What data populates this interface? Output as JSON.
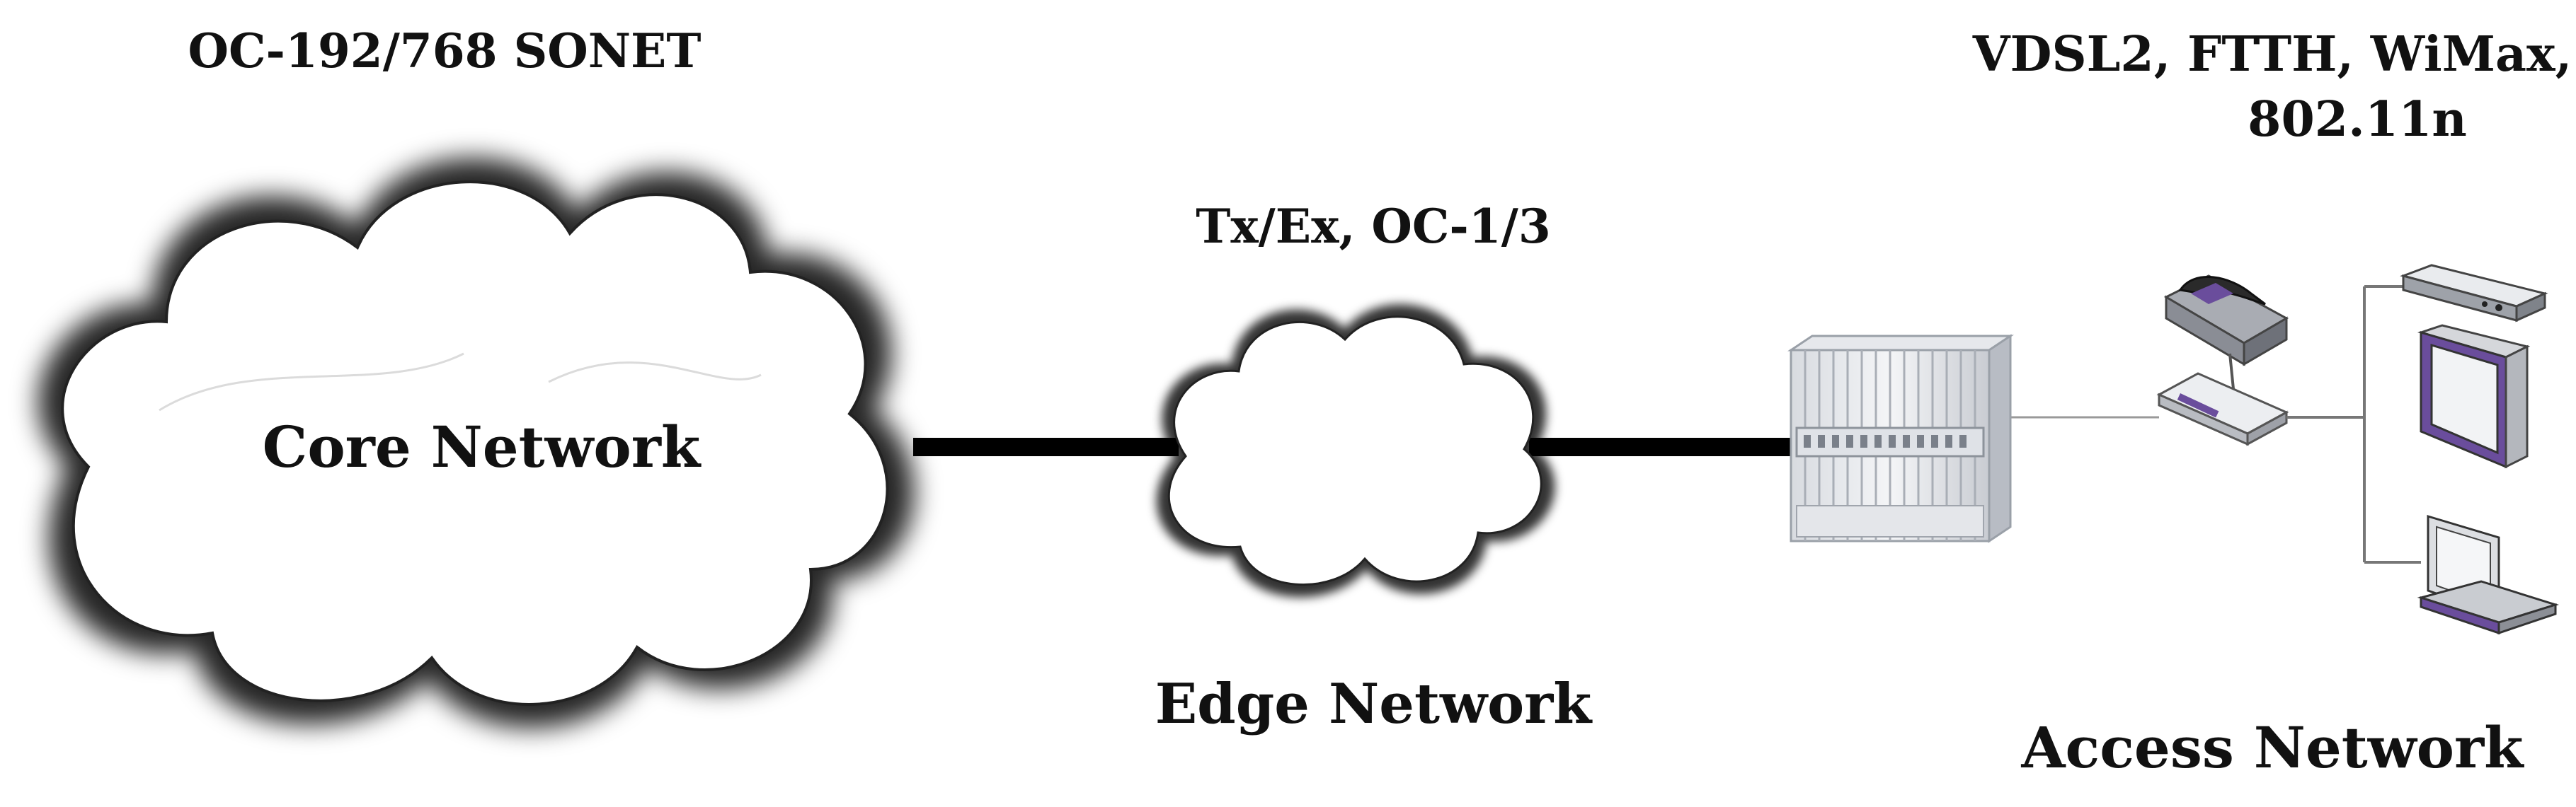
{
  "labels": {
    "core_tech": "OC-192/768 SONET",
    "core_name": "Core Network",
    "edge_tech": "Tx/Ex, OC-1/3",
    "edge_name": "Edge Network",
    "access_tech_line1": "VDSL2, FTTH, WiMax,",
    "access_tech_line2": "802.11n",
    "access_name": "Access Network"
  },
  "icons": {
    "core": "cloud-icon",
    "edge": "cloud-icon",
    "access_node": "server-rack-icon",
    "phone": "telephone-icon",
    "modem": "modem-icon",
    "set_top": "set-top-box-icon",
    "monitor": "monitor-icon",
    "laptop": "laptop-icon"
  },
  "colors": {
    "link": "#000000",
    "device_accent": "#6a4d9c"
  }
}
